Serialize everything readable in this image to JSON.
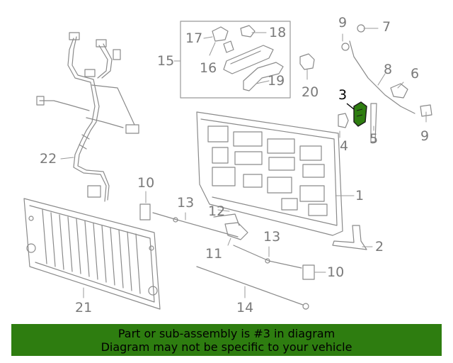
{
  "callouts": {
    "c1": "1",
    "c2": "2",
    "c3": "3",
    "c4": "4",
    "c5": "5",
    "c6": "6",
    "c7": "7",
    "c8": "8",
    "c9a": "9",
    "c9b": "9",
    "c10a": "10",
    "c10b": "10",
    "c11": "11",
    "c12": "12",
    "c13a": "13",
    "c13b": "13",
    "c14": "14",
    "c15": "15",
    "c16": "16",
    "c17": "17",
    "c18": "18",
    "c19": "19",
    "c20": "20",
    "c21": "21",
    "c22": "22"
  },
  "highlight_color": "#2e7d10",
  "banner": {
    "line1": "Part or sub-assembly is #3 in diagram",
    "line2": "Diagram may not be specific to your vehicle",
    "background": "#2e7d10"
  }
}
